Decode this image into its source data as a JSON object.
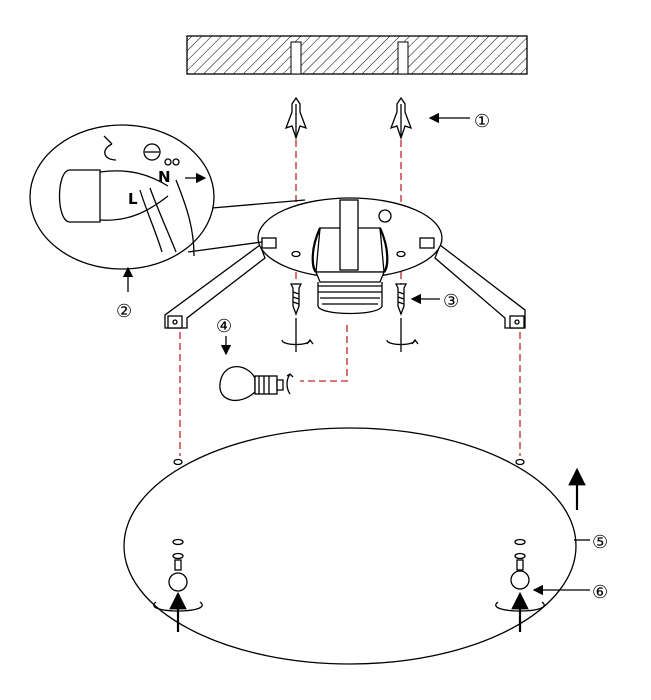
{
  "callouts": [
    {
      "id": "1",
      "label": "①"
    },
    {
      "id": "2",
      "label": "②"
    },
    {
      "id": "3",
      "label": "③"
    },
    {
      "id": "4",
      "label": "④"
    },
    {
      "id": "5",
      "label": "⑤"
    },
    {
      "id": "6",
      "label": "⑥"
    }
  ],
  "wiring": {
    "live": "L",
    "neutral": "N"
  },
  "colors": {
    "line": "#000000",
    "guide": "#c0272d",
    "background": "#ffffff"
  }
}
